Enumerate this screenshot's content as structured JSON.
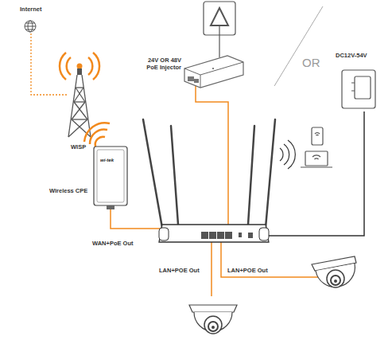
{
  "diagram": {
    "nodes": [
      {
        "text": [
          "Internet"
        ]
      },
      {
        "text": [
          "WISP"
        ]
      },
      {
        "text": [
          "wi-tek",
          "Wireless CPE"
        ]
      },
      {
        "text": [
          "24V OR 48V PoE Injector"
        ]
      },
      {
        "text": [
          "DC12V-54V"
        ]
      }
    ],
    "edges": [
      {
        "from": 0,
        "to": 1,
        "arrow": "none"
      }
    ],
    "labels": [
      "OR",
      "WAN+PoE Out",
      "LAN+POE Out",
      "LAN+POE Out"
    ]
  }
}
